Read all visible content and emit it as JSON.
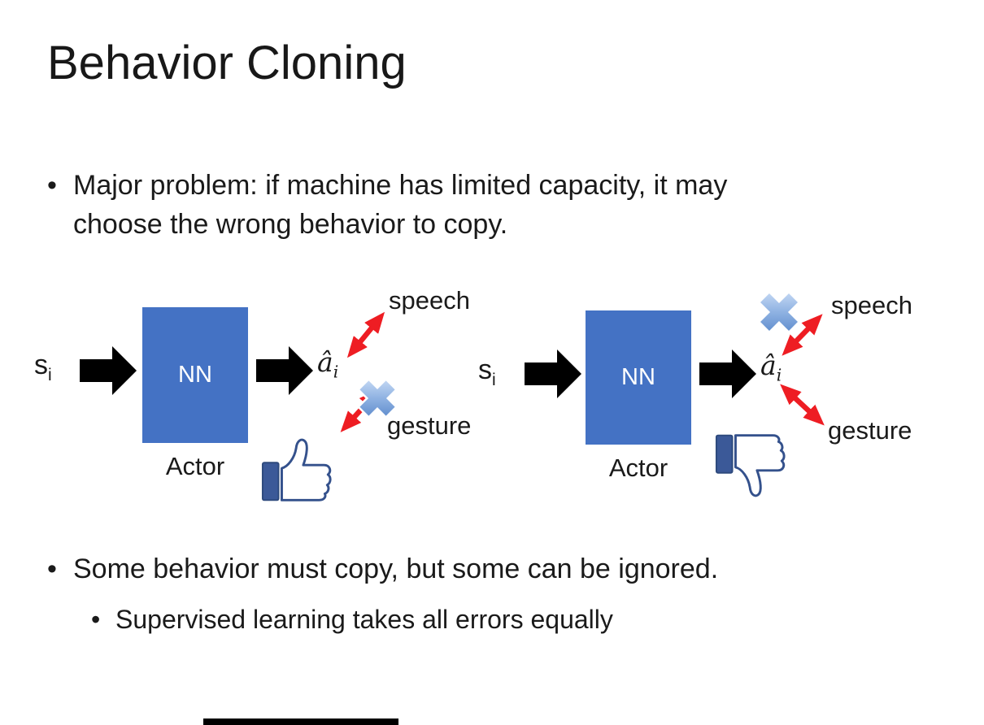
{
  "slide": {
    "title": "Behavior Cloning",
    "bullet_marker": "•",
    "bullets": {
      "major_problem": "Major problem: if machine has limited capacity, it may choose the wrong behavior to copy.",
      "some_behavior": "Some behavior must copy, but some can be ignored.",
      "supervised": "Supervised learning takes all errors equally"
    }
  },
  "diagram_left": {
    "input_base": "s",
    "input_sub": "i",
    "nn_label": "NN",
    "actor_label": "Actor",
    "output_base": "â",
    "output_sub": "i",
    "speech_label": "speech",
    "gesture_label": "gesture",
    "crossed_out": "gesture",
    "feedback_icon": "thumbs-up-icon"
  },
  "diagram_right": {
    "input_base": "s",
    "input_sub": "i",
    "nn_label": "NN",
    "actor_label": "Actor",
    "output_base": "â",
    "output_sub": "i",
    "speech_label": "speech",
    "gesture_label": "gesture",
    "crossed_out": "speech",
    "feedback_icon": "thumbs-down-icon"
  },
  "colors": {
    "nn_box": "#4472C4",
    "red_arrow": "#EE1D23",
    "black_arrow": "#000000",
    "cross_blue": "#7FA8DC",
    "thumb_outline": "#34518C",
    "thumb_sleeve": "#3B5998"
  }
}
